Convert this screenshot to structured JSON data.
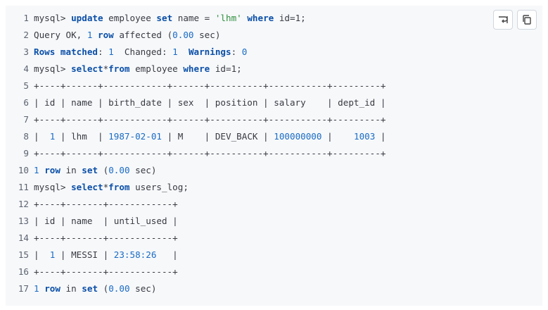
{
  "code_lines": [
    {
      "n": "1",
      "parts": [
        {
          "t": "mysql> ",
          "c": ""
        },
        {
          "t": "update",
          "c": "kw"
        },
        {
          "t": " employee ",
          "c": ""
        },
        {
          "t": "set",
          "c": "kw"
        },
        {
          "t": " name = ",
          "c": ""
        },
        {
          "t": "'lhm'",
          "c": "str"
        },
        {
          "t": " ",
          "c": ""
        },
        {
          "t": "where",
          "c": "kw"
        },
        {
          "t": " id=1;",
          "c": ""
        }
      ]
    },
    {
      "n": "2",
      "parts": [
        {
          "t": "Query OK, ",
          "c": ""
        },
        {
          "t": "1",
          "c": "num"
        },
        {
          "t": " ",
          "c": ""
        },
        {
          "t": "row",
          "c": "kw"
        },
        {
          "t": " affected (",
          "c": ""
        },
        {
          "t": "0.00",
          "c": "num"
        },
        {
          "t": " sec)",
          "c": ""
        }
      ]
    },
    {
      "n": "3",
      "parts": [
        {
          "t": "Rows matched",
          "c": "kw"
        },
        {
          "t": ": ",
          "c": ""
        },
        {
          "t": "1",
          "c": "num"
        },
        {
          "t": "  Changed: ",
          "c": ""
        },
        {
          "t": "1",
          "c": "num"
        },
        {
          "t": "  ",
          "c": ""
        },
        {
          "t": "Warnings",
          "c": "kw"
        },
        {
          "t": ": ",
          "c": ""
        },
        {
          "t": "0",
          "c": "num"
        }
      ]
    },
    {
      "n": "4",
      "parts": [
        {
          "t": "mysql> ",
          "c": ""
        },
        {
          "t": "select",
          "c": "kw"
        },
        {
          "t": "*",
          "c": ""
        },
        {
          "t": "from",
          "c": "kw"
        },
        {
          "t": " employee ",
          "c": ""
        },
        {
          "t": "where",
          "c": "kw"
        },
        {
          "t": " id=1;",
          "c": ""
        }
      ]
    },
    {
      "n": "5",
      "parts": [
        {
          "t": "+----+------+------------+------+----------+-----------+---------+",
          "c": ""
        }
      ]
    },
    {
      "n": "6",
      "parts": [
        {
          "t": "| id | name | birth_date | sex  | position | salary    | dept_id |",
          "c": ""
        }
      ]
    },
    {
      "n": "7",
      "parts": [
        {
          "t": "+----+------+------------+------+----------+-----------+---------+",
          "c": ""
        }
      ]
    },
    {
      "n": "8",
      "parts": [
        {
          "t": "|  ",
          "c": ""
        },
        {
          "t": "1",
          "c": "num"
        },
        {
          "t": " | lhm  | ",
          "c": ""
        },
        {
          "t": "1987-02-01",
          "c": "num"
        },
        {
          "t": " | M    | DEV_BACK | ",
          "c": ""
        },
        {
          "t": "100000000",
          "c": "num"
        },
        {
          "t": " |    ",
          "c": ""
        },
        {
          "t": "1003",
          "c": "num"
        },
        {
          "t": " |",
          "c": ""
        }
      ]
    },
    {
      "n": "9",
      "parts": [
        {
          "t": "+----+------+------------+------+----------+-----------+---------+",
          "c": ""
        }
      ]
    },
    {
      "n": "10",
      "parts": [
        {
          "t": "1",
          "c": "num"
        },
        {
          "t": " ",
          "c": ""
        },
        {
          "t": "row",
          "c": "kw"
        },
        {
          "t": " in ",
          "c": ""
        },
        {
          "t": "set",
          "c": "kw"
        },
        {
          "t": " (",
          "c": ""
        },
        {
          "t": "0.00",
          "c": "num"
        },
        {
          "t": " sec)",
          "c": ""
        }
      ]
    },
    {
      "n": "11",
      "parts": [
        {
          "t": "mysql> ",
          "c": ""
        },
        {
          "t": "select",
          "c": "kw"
        },
        {
          "t": "*",
          "c": ""
        },
        {
          "t": "from",
          "c": "kw"
        },
        {
          "t": " users_log;",
          "c": ""
        }
      ]
    },
    {
      "n": "12",
      "parts": [
        {
          "t": "+----+-------+------------+",
          "c": ""
        }
      ]
    },
    {
      "n": "13",
      "parts": [
        {
          "t": "| id | name  | until_used |",
          "c": ""
        }
      ]
    },
    {
      "n": "14",
      "parts": [
        {
          "t": "+----+-------+------------+",
          "c": ""
        }
      ]
    },
    {
      "n": "15",
      "parts": [
        {
          "t": "|  ",
          "c": ""
        },
        {
          "t": "1",
          "c": "num"
        },
        {
          "t": " | MESSI | ",
          "c": ""
        },
        {
          "t": "23:58:26",
          "c": "num"
        },
        {
          "t": "   |",
          "c": ""
        }
      ]
    },
    {
      "n": "16",
      "parts": [
        {
          "t": "+----+-------+------------+",
          "c": ""
        }
      ]
    },
    {
      "n": "17",
      "parts": [
        {
          "t": "1",
          "c": "num"
        },
        {
          "t": " ",
          "c": ""
        },
        {
          "t": "row",
          "c": "kw"
        },
        {
          "t": " in ",
          "c": ""
        },
        {
          "t": "set",
          "c": "kw"
        },
        {
          "t": " (",
          "c": ""
        },
        {
          "t": "0.00",
          "c": "num"
        },
        {
          "t": " sec)",
          "c": ""
        }
      ]
    }
  ],
  "toolbar": {
    "wrap_icon": "word-wrap-icon",
    "copy_icon": "copy-icon"
  },
  "colors": {
    "background": "#f6f8fa",
    "keyword": "#0b4fa8",
    "number": "#1a6bc4",
    "string": "#2f8f3d",
    "text": "#383a42"
  }
}
